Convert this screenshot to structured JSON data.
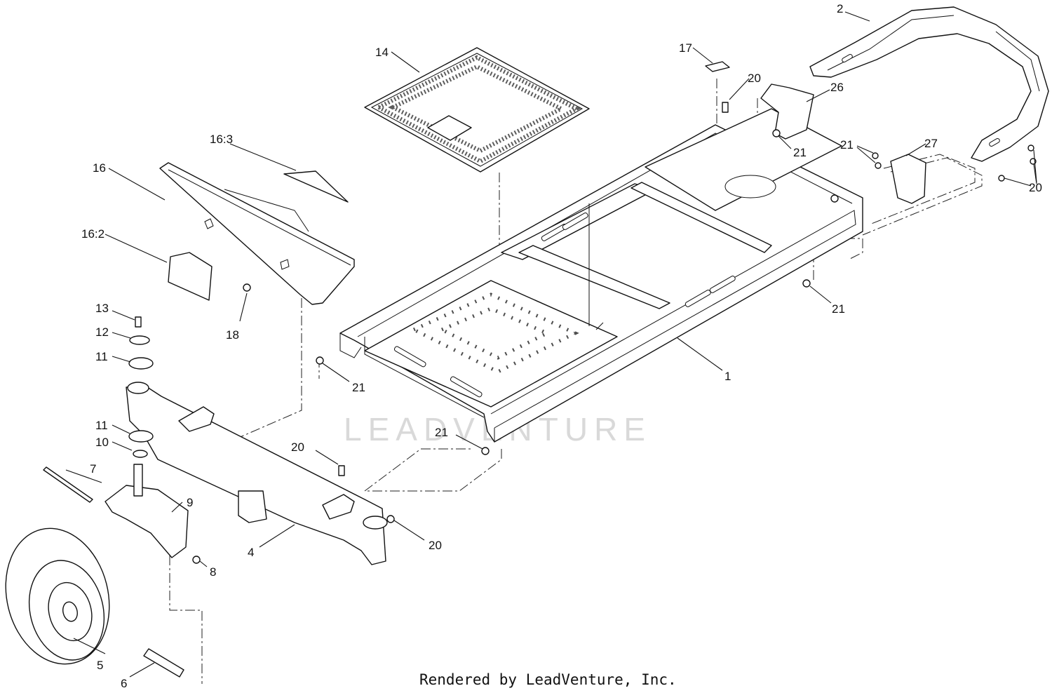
{
  "watermark": "LEADVENTURE",
  "footer": "Rendered by LeadVenture, Inc.",
  "callouts": {
    "c1": "1",
    "c2": "2",
    "c4": "4",
    "c5": "5",
    "c6": "6",
    "c7": "7",
    "c8": "8",
    "c9": "9",
    "c10": "10",
    "c11a": "11",
    "c11b": "11",
    "c12": "12",
    "c13": "13",
    "c14": "14",
    "c16": "16",
    "c16_2": "16:2",
    "c16_3": "16:3",
    "c17": "17",
    "c18": "18",
    "c20a": "20",
    "c20b": "20",
    "c20c": "20",
    "c20d": "20",
    "c21a": "21",
    "c21b": "21",
    "c21c": "21",
    "c21d": "21",
    "c21e": "21",
    "c26": "26",
    "c27": "27"
  },
  "icons": {
    "watermark_logo": "flame-logo-icon"
  }
}
